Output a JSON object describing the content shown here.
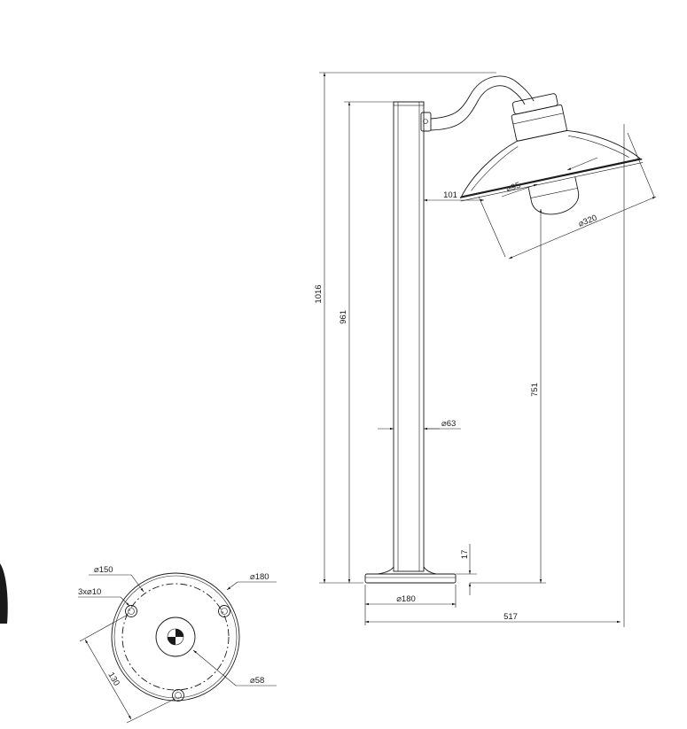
{
  "dimensions": {
    "overall_height": "1016",
    "post_height": "961",
    "arm_offset": "101",
    "post_diameter": "⌀63",
    "base_height": "17",
    "base_diameter_side": "⌀180",
    "overall_width": "517",
    "shade_height": "751",
    "shade_diameter": "⌀320",
    "globe_diameter": "⌀95",
    "bolt_circle": "⌀150",
    "holes": "3x⌀10",
    "base_diameter_plan": "⌀180",
    "center_hole": "⌀58",
    "hole_spacing": "130"
  },
  "colors": {
    "stroke": "#1a1a1a",
    "background": "#ffffff"
  }
}
